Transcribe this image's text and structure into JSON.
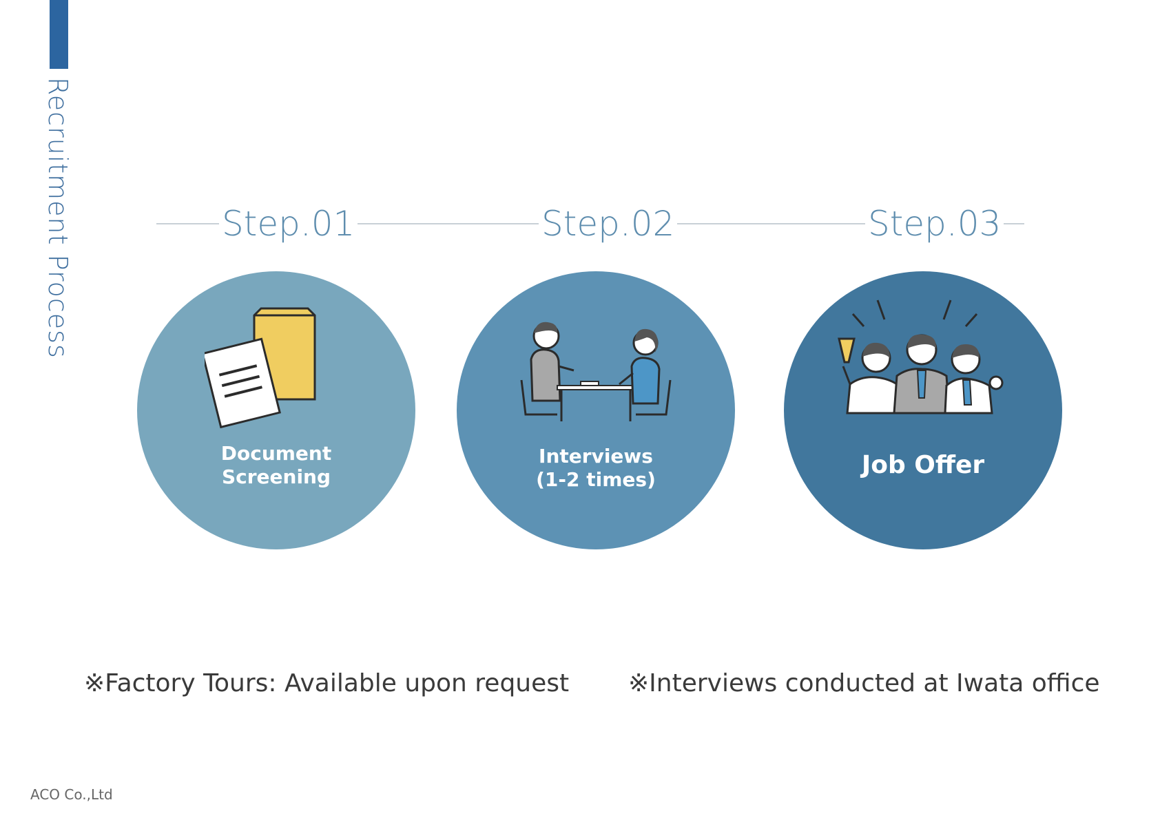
{
  "side": {
    "title": "Recruitment Process"
  },
  "steps": [
    {
      "label": "Step.01",
      "lines": [
        "Document",
        "Screening"
      ],
      "color": "#79a7bd"
    },
    {
      "label": "Step.02",
      "lines": [
        "Interviews",
        "(1-2 times)"
      ],
      "color": "#5d92b4"
    },
    {
      "label": "Step.03",
      "lines": [
        "Job Offer"
      ],
      "color": "#41779d"
    }
  ],
  "notes": {
    "left": "※Factory Tours: Available upon request",
    "right": "※Interviews conducted at Iwata office"
  },
  "footer": {
    "company": "ACO Co.,Ltd"
  }
}
